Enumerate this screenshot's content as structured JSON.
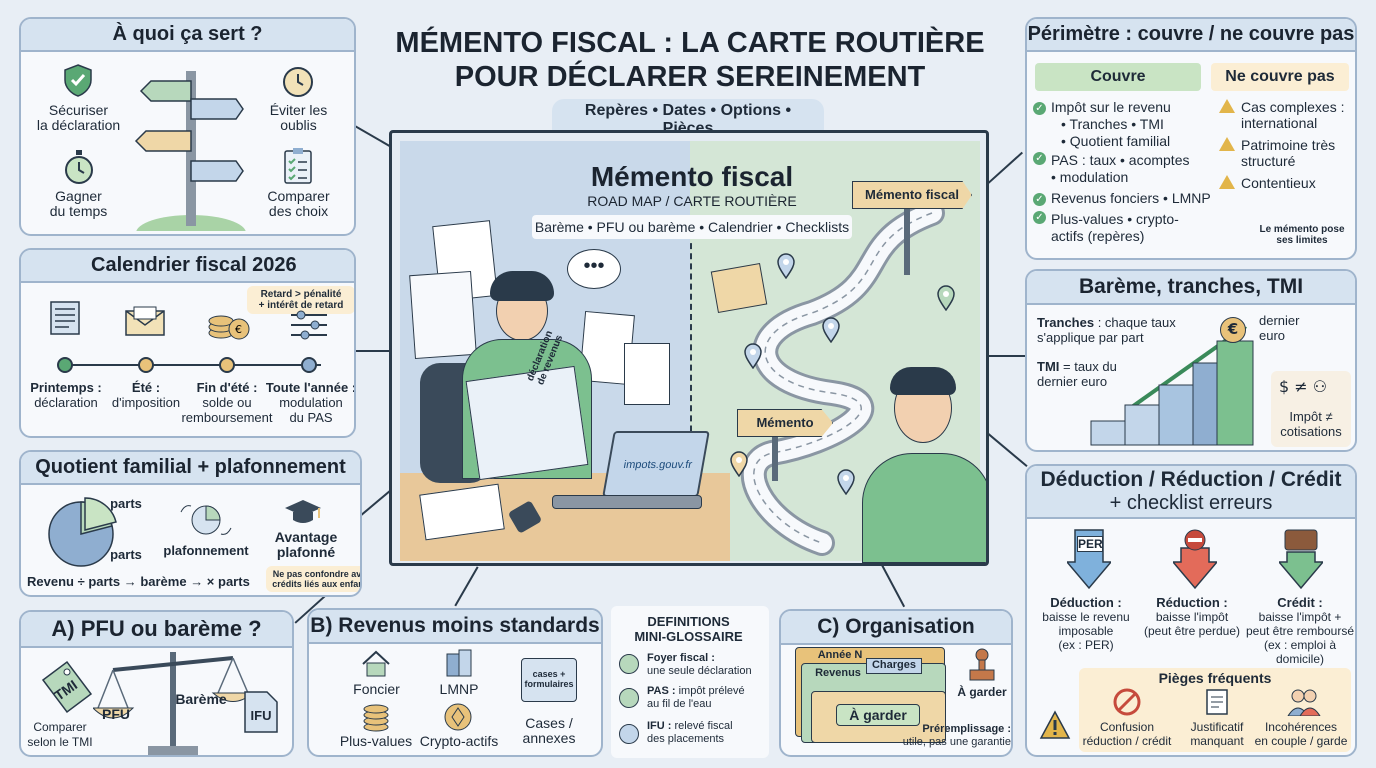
{
  "title": {
    "line1": "MÉMENTO FISCAL : LA CARTE ROUTIÈRE",
    "line2": "POUR DÉCLARER SEREINEMENT",
    "subtitle": "Repères • Dates • Options • Pièces"
  },
  "purpose": {
    "header": "À quoi ça sert ?",
    "items": [
      {
        "label": "Sécuriser\nla déclaration",
        "icon": "shield-check-icon"
      },
      {
        "label": "Éviter les\noublis",
        "icon": "clock-icon"
      },
      {
        "label": "Gagner\ndu temps",
        "icon": "stopwatch-icon"
      },
      {
        "label": "Comparer\ndes choix",
        "icon": "checklist-icon"
      }
    ]
  },
  "calendar": {
    "header": "Calendrier fiscal 2026",
    "note": "Retard > pénalité\n+ intérêt de retard",
    "steps": [
      {
        "title": "Printemps :",
        "desc": "déclaration",
        "color": "#5aa874"
      },
      {
        "title": "Été :",
        "desc": "d'imposition",
        "color": "#e8c27a"
      },
      {
        "title": "Fin d'été :",
        "desc": "solde ou\nremboursement",
        "color": "#e8c27a"
      },
      {
        "title": "Toute l'année :",
        "desc": "modulation\ndu PAS",
        "color": "#8faed0"
      }
    ]
  },
  "quotient": {
    "header": "Quotient familial + plafonnement",
    "parts1": "parts",
    "parts2": "parts",
    "plafonnement": "plafonnement",
    "avantage": "Avantage\nplafonné",
    "formula": "Revenu ÷ parts → barème → × parts",
    "note": "Ne pas confondre avec\ncrédits liés aux enfants"
  },
  "pfu": {
    "header": "A) PFU ou barème ?",
    "tag": "TMI",
    "compare": "Comparer\nselon le TMI",
    "pfu": "PFU",
    "bareme": "Barème",
    "ifu": "IFU"
  },
  "revenus": {
    "header": "B) Revenus moins standards",
    "items": [
      {
        "label": "Foncier",
        "icon": "house-icon"
      },
      {
        "label": "LMNP",
        "icon": "building-icon"
      },
      {
        "label": "Cases /\nannexes",
        "icon": "forms-icon"
      },
      {
        "label": "Plus-values",
        "icon": "coins-icon"
      },
      {
        "label": "Crypto-actifs",
        "icon": "crypto-icon"
      }
    ],
    "forms_label": "cases +\nformulaires"
  },
  "glossary": {
    "title": "DEFINITIONS\nMINI-GLOSSAIRE",
    "items": [
      {
        "term": "Foyer fiscal :",
        "def": "une seule déclaration",
        "icon": "people-icon"
      },
      {
        "term": "PAS :",
        "def": "impôt prélevé\nau fil de l'eau",
        "icon": "cycle-icon"
      },
      {
        "term": "IFU :",
        "def": "relevé fiscal\ndes placements",
        "icon": "ifu-icon"
      }
    ]
  },
  "organisation": {
    "header": "C) Organisation",
    "annee": "Année N",
    "revenus": "Revenus",
    "charges": "Charges",
    "garder": "À garder",
    "stamp": "À garder",
    "prefill_title": "Préremplissage :",
    "prefill_desc": "utile, pas une garantie"
  },
  "map": {
    "title": "Mémento fiscal",
    "subtitle": "ROAD MAP / CARTE ROUTIÈRE",
    "tags": "Barème • PFU ou barème • Calendrier • Checklists",
    "sign1": "Mémento fiscal",
    "sign2": "Mémento",
    "booklet": "déclaration\nde revenus",
    "laptop": "impots.gouv.fr"
  },
  "perimetre": {
    "header": "Périmètre : couvre / ne couvre pas",
    "covers": "Couvre",
    "not_covers": "Ne couvre pas",
    "cover_items": [
      "Impôt sur le revenu",
      "• Tranches • TMI",
      "• Quotient familial",
      "PAS : taux • acomptes\n• modulation",
      "Revenus fonciers • LMNP",
      "Plus-values • crypto-\nactifs (repères)"
    ],
    "not_items": [
      "Cas complexes :\ninternational",
      "Patrimoine très\nstructuré",
      "Contentieux"
    ],
    "note": "Le mémento pose\nses limites"
  },
  "bareme": {
    "header": "Barème, tranches, TMI",
    "tranches_b": "Tranches",
    "tranches": " : chaque taux\ns'applique par part",
    "tmi_b": "TMI",
    "tmi": " = taux du\ndernier euro",
    "dernier": "dernier\neuro",
    "impot": "Impôt ≠\ncotisations",
    "euro": "€"
  },
  "deduction": {
    "header1": "Déduction / Réduction / Crédit",
    "header2": "+ checklist erreurs",
    "cols": [
      {
        "title": "Déduction :",
        "desc": "baisse le revenu\nimposable\n(ex : PER)",
        "icon_text": "PER",
        "color": "#7fb1dc"
      },
      {
        "title": "Réduction :",
        "desc": "baisse l'impôt\n(peut être perdue)",
        "color": "#e36b5a"
      },
      {
        "title": "Crédit :",
        "desc": "baisse l'impôt +\npeut être remboursé\n(ex : emploi à domicile)",
        "color": "#7cc08f"
      }
    ],
    "pieges": "Pièges fréquents",
    "errors": [
      {
        "label": "Confusion\nréduction / crédit",
        "icon": "forbidden-icon"
      },
      {
        "label": "Justificatif\nmanquant",
        "icon": "document-icon"
      },
      {
        "label": "Incohérences\nen couple / garde",
        "icon": "couple-icon"
      }
    ]
  }
}
